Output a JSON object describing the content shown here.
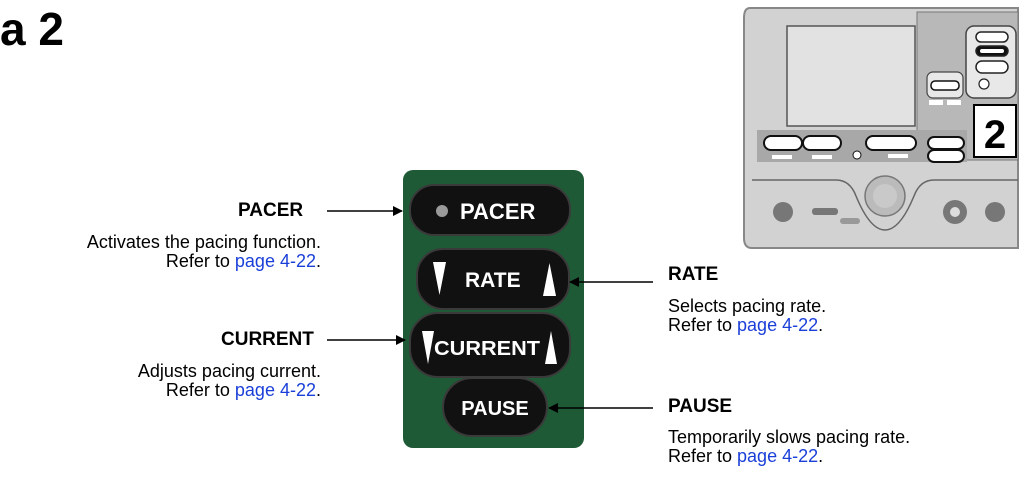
{
  "title": "a 2",
  "keypad_label": "2",
  "buttons": {
    "pacer": "PACER",
    "rate": "RATE",
    "current": "CURRENT",
    "pause": "PAUSE"
  },
  "callouts": {
    "pacer": {
      "heading": "PACER",
      "desc": "Activates the pacing function.",
      "refer_prefix": "Refer to ",
      "link": "page 4-22",
      "suffix": "."
    },
    "current": {
      "heading": "CURRENT",
      "desc": "Adjusts pacing current.",
      "refer_prefix": "Refer to ",
      "link": "page 4-22",
      "suffix": "."
    },
    "rate": {
      "heading": "RATE",
      "desc": "Selects pacing rate.",
      "refer_prefix": "Refer to ",
      "link": "page 4-22",
      "suffix": "."
    },
    "pause": {
      "heading": "PAUSE",
      "desc": "Temporarily slows pacing rate.",
      "refer_prefix": "Refer to ",
      "link": "page 4-22",
      "suffix": "."
    }
  },
  "colors": {
    "panel_green": "#1e5a36",
    "button_black": "#111111",
    "link_blue": "#1a3fd9",
    "device_gray": "#d2d2d2"
  }
}
